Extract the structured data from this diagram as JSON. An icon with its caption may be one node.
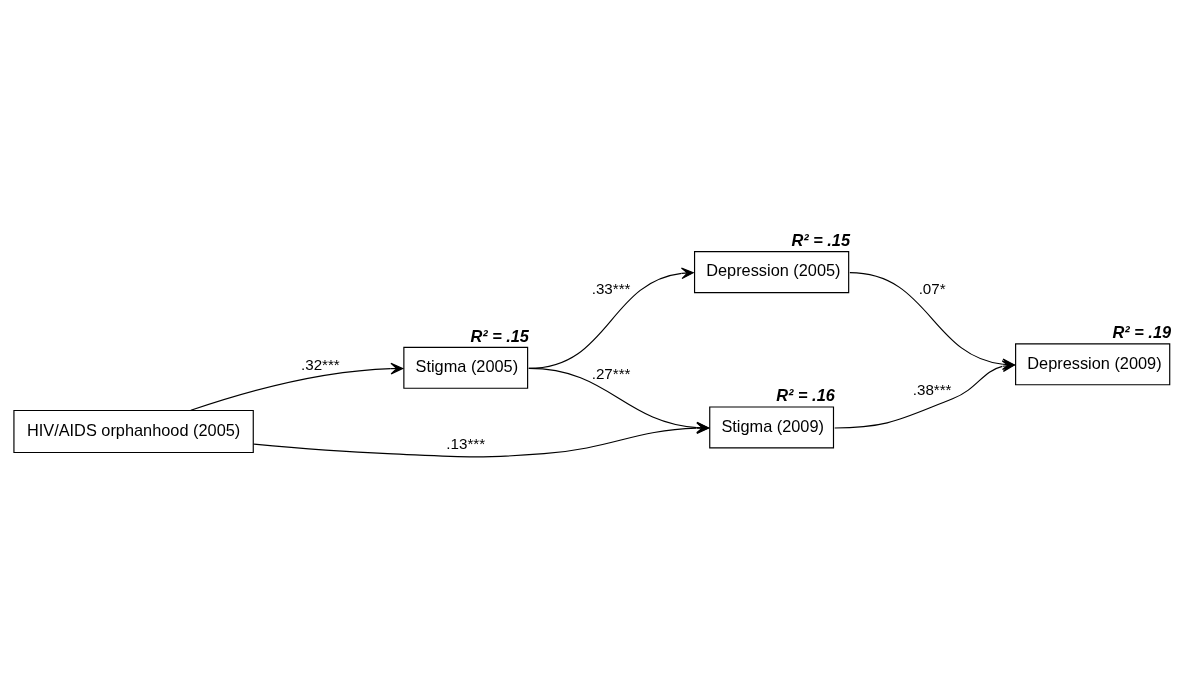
{
  "diagram": {
    "nodes": [
      {
        "text": [
          "HIV/AIDS orphanhood (2005)"
        ]
      },
      {
        "text": [
          "Depression (2005)"
        ],
        "beside": [
          "R² = .15"
        ]
      },
      {
        "text": [
          "Stigma (2005)"
        ],
        "beside": [
          "R² = .15"
        ]
      },
      {
        "text": [
          "Stigma (2009)"
        ],
        "beside": [
          "R² = .16"
        ]
      },
      {
        "text": [
          "Depression (2009)"
        ],
        "beside": [
          "R² = .19"
        ]
      }
    ],
    "edges": [
      {
        "from": 0,
        "to": 3,
        "arrow": "to",
        "label": ".13***"
      },
      {
        "from": 0,
        "to": 2,
        "arrow": "to",
        "label": ".32***"
      },
      {
        "from": 2,
        "to": 1,
        "arrow": "to",
        "label": ".33***"
      },
      {
        "from": 2,
        "to": 3,
        "arrow": "to",
        "label": ".27***"
      },
      {
        "from": 3,
        "to": 4,
        "arrow": "to",
        "label": ".38***"
      },
      {
        "from": 1,
        "to": 4,
        "arrow": "to",
        "label": ".07*"
      }
    ]
  }
}
